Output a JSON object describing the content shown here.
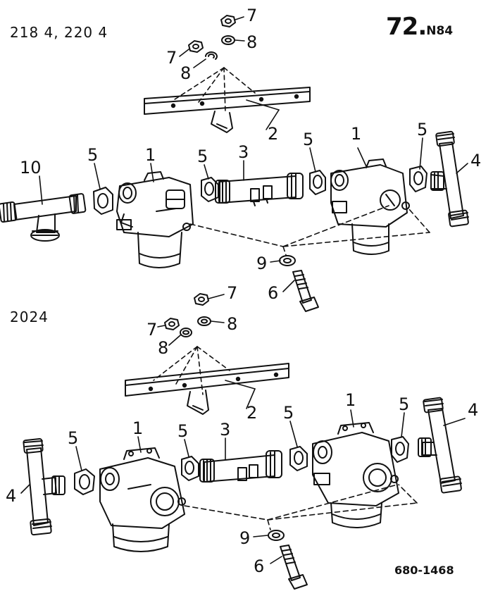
{
  "header": {
    "model_top": "218 4, 220 4",
    "page_number": "72.",
    "page_suffix": "N84",
    "model_bottom": "2024"
  },
  "footer": {
    "reference": "680-1468"
  },
  "callouts": {
    "top": [
      "7",
      "7",
      "8",
      "8",
      "2",
      "1",
      "1",
      "3",
      "4",
      "5",
      "5",
      "5",
      "5",
      "10",
      "9",
      "6"
    ],
    "bottom": [
      "7",
      "7",
      "8",
      "8",
      "2",
      "1",
      "1",
      "3",
      "4",
      "4",
      "5",
      "5",
      "5",
      "5",
      "9",
      "6"
    ]
  }
}
